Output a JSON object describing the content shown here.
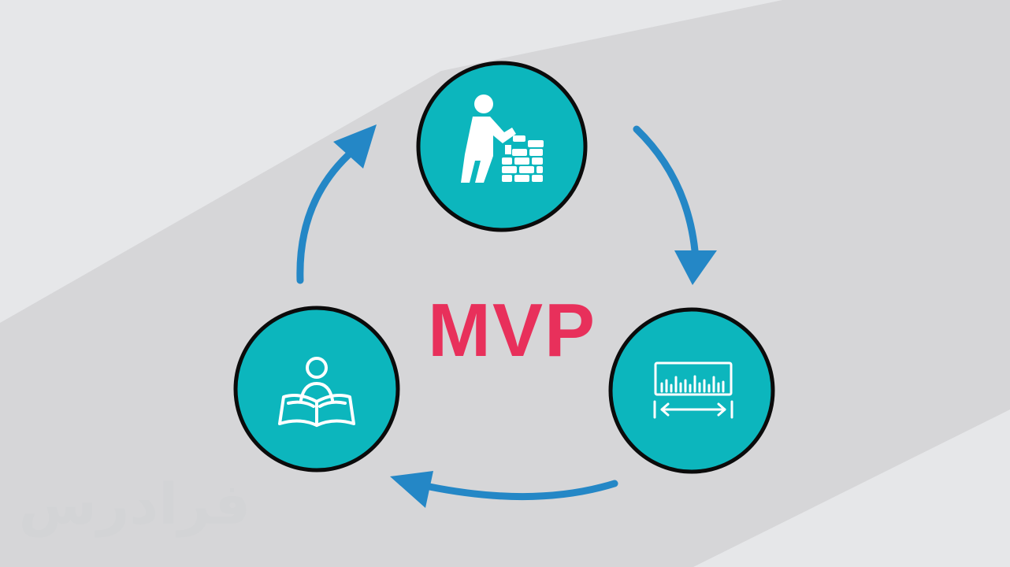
{
  "diagram": {
    "title": "MVP",
    "nodes": [
      {
        "id": "build",
        "icon": "builder-laying-bricks-icon"
      },
      {
        "id": "measure",
        "icon": "ruler-measure-icon"
      },
      {
        "id": "learn",
        "icon": "person-reading-book-icon"
      }
    ],
    "edges": [
      {
        "from": "build",
        "to": "measure"
      },
      {
        "from": "measure",
        "to": "learn"
      },
      {
        "from": "learn",
        "to": "build"
      }
    ]
  },
  "watermark": {
    "text": "فرادرس"
  },
  "colors": {
    "background": "#e6e7e9",
    "shadow": "#d6d6d8",
    "node_fill": "#0cb6bd",
    "node_border": "#0b0b0b",
    "arrow": "#2487c6",
    "title": "#e8305b",
    "icon": "#ffffff",
    "watermark": "#d3d4d6"
  }
}
